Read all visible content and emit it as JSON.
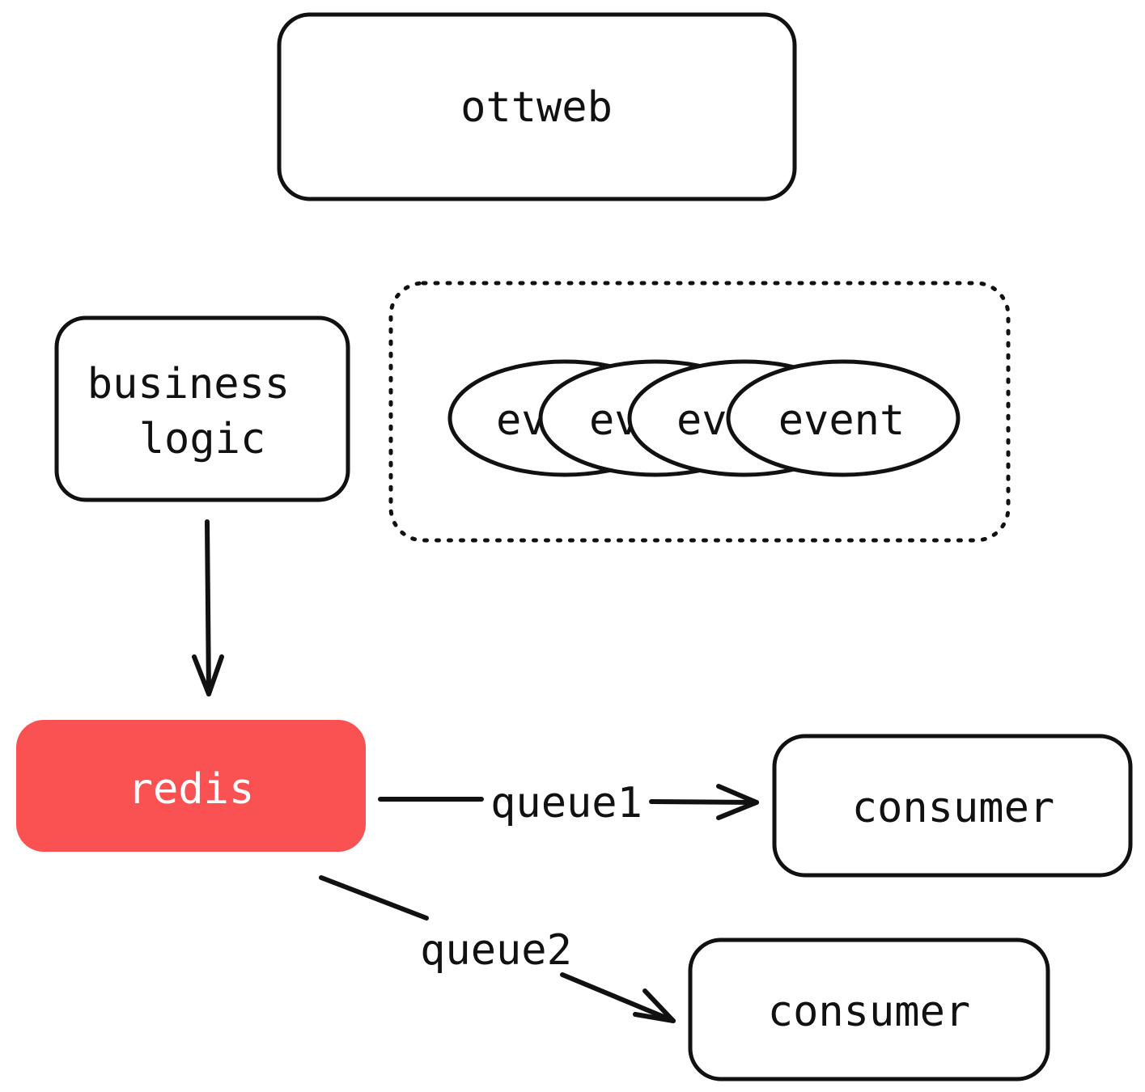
{
  "colors": {
    "redis_fill": "#fa5252",
    "redis_text": "#ffffff",
    "stroke": "#111111"
  },
  "nodes": {
    "ottweb": "ottweb",
    "business_logic": [
      "business",
      "logic"
    ],
    "events": [
      "ev",
      "ev",
      "ev",
      "event"
    ],
    "redis": "redis",
    "consumer1": "consumer",
    "consumer2": "consumer"
  },
  "edges": {
    "queue1": "queue1",
    "queue2": "queue2"
  }
}
